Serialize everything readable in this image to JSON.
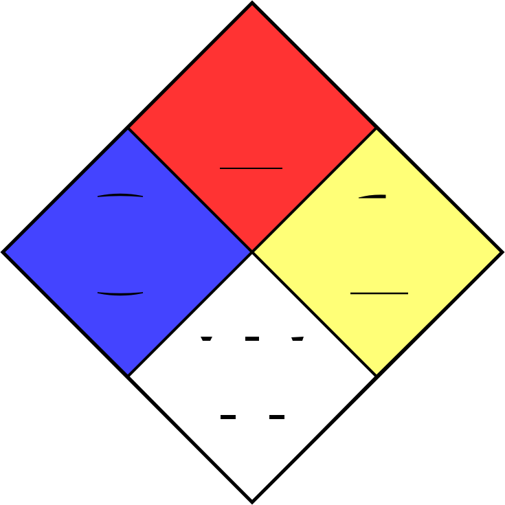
{
  "diagram": {
    "type": "hazard-diamond",
    "quadrants": {
      "top": {
        "color": "#ff3333",
        "marks": [
          "dash"
        ]
      },
      "left": {
        "color": "#4444ff",
        "marks": [
          "arc",
          "arc"
        ]
      },
      "right": {
        "color": "#ffff77",
        "marks": [
          "partial-dash",
          "dash"
        ]
      },
      "bottom": {
        "color": "#ffffff",
        "marks": [
          "dash-group",
          "dash-group"
        ]
      }
    },
    "outline_color": "#000000"
  }
}
